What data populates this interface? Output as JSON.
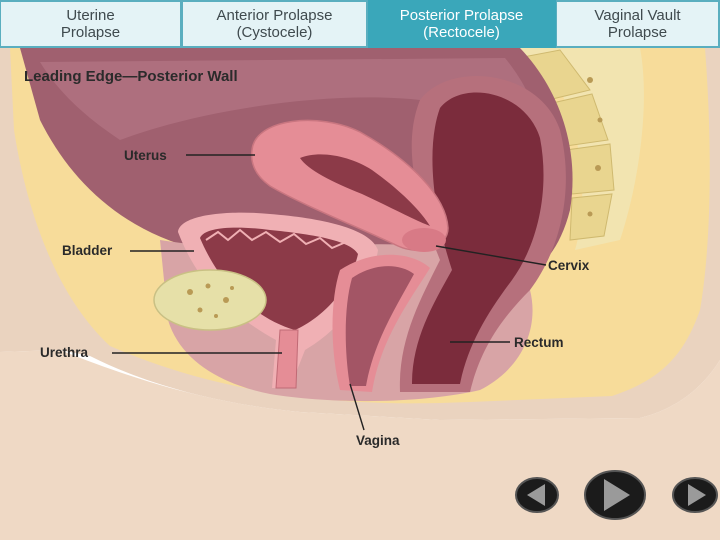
{
  "tabs": [
    {
      "line1": "Uterine",
      "line2": "Prolapse",
      "active": false
    },
    {
      "line1": "Anterior Prolapse",
      "line2": "(Cystocele)",
      "active": false
    },
    {
      "line1": "Posterior Prolapse",
      "line2": "(Rectocele)",
      "active": true
    },
    {
      "line1": "Vaginal Vault",
      "line2": "Prolapse",
      "active": false
    }
  ],
  "diagram": {
    "heading": "Leading Edge—Posterior Wall",
    "labels": {
      "uterus": "Uterus",
      "bladder": "Bladder",
      "urethra": "Urethra",
      "cervix": "Cervix",
      "rectum": "Rectum",
      "vagina": "Vagina"
    }
  },
  "nav": {
    "prev_icon": "triangle-left-icon",
    "play_icon": "triangle-right-icon",
    "next_icon": "triangle-right-icon"
  },
  "colors": {
    "tab_active": "#3aa7ba",
    "tab_inactive": "#e4f3f6",
    "skin": "#ead3bf",
    "fat": "#f7dc9a",
    "cavity": "#9e5f6f",
    "organ_pink": "#e58d96",
    "organ_dark": "#8c3a48"
  }
}
